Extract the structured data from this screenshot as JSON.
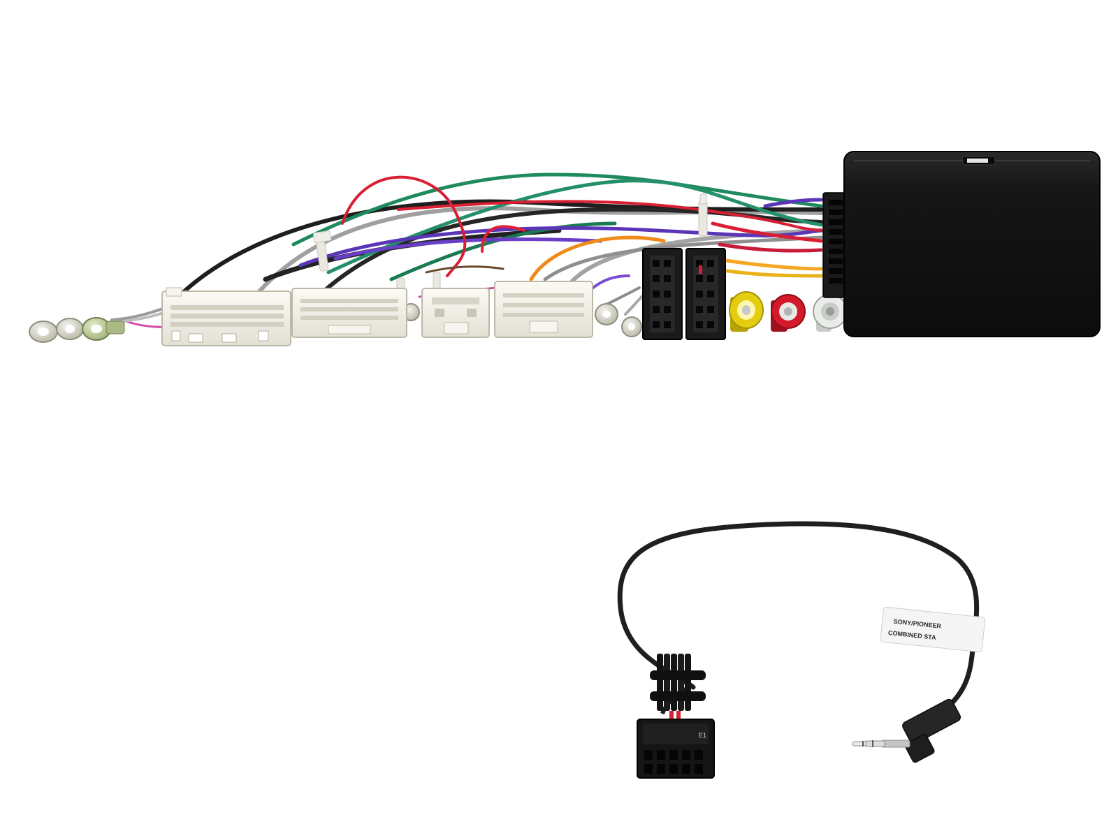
{
  "product": {
    "harness_label": {
      "line1": "SONY/PIONEER",
      "line2": "COMBINED STA"
    },
    "molex_stamp": "E1"
  },
  "colors": {
    "background": "#ffffff",
    "interface_box": "#151515",
    "connector_shell": "#f1efe7",
    "wire_red": "#d81f34",
    "wire_green": "#1f8a5e",
    "wire_purple": "#5b35b8",
    "wire_orange": "#f08a18",
    "wire_grey": "#9b9b9b",
    "wire_black": "#1e1e1e",
    "rca_yellow": "#e4cc10",
    "rca_red": "#d3192b",
    "rca_white": "#e9ece8"
  }
}
